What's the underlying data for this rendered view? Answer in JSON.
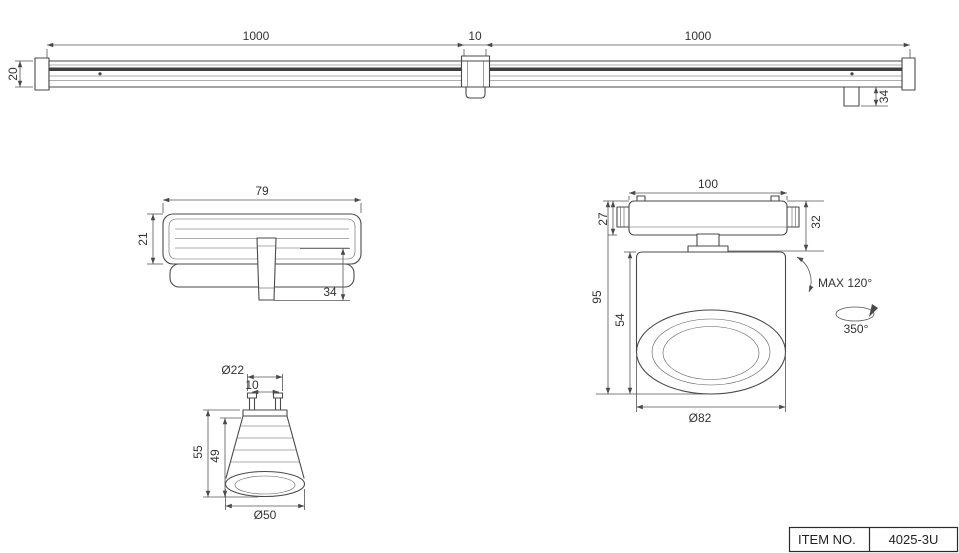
{
  "meta": {
    "background": "#ffffff",
    "line_color": "#4a4a4a",
    "text_color": "#333333"
  },
  "track": {
    "length_left": "1000",
    "joiner_width": "10",
    "length_right": "1000",
    "height": "20",
    "end_depth": "34"
  },
  "adapter": {
    "width": "79",
    "height": "21",
    "depth": "34"
  },
  "spotlight": {
    "base_width": "100",
    "base_height": "27",
    "side_height": "32",
    "total_height": "95",
    "body_height": "54",
    "diameter": "Ø82",
    "tilt": "MAX 120°",
    "rotation": "350°"
  },
  "lamp": {
    "pin_circle": "Ø22",
    "pin_spacing": "10",
    "height": "55",
    "body_height": "49",
    "diameter": "Ø50"
  },
  "title_block": {
    "item_no_label": "ITEM NO.",
    "item_no_value": "4025-3U"
  }
}
